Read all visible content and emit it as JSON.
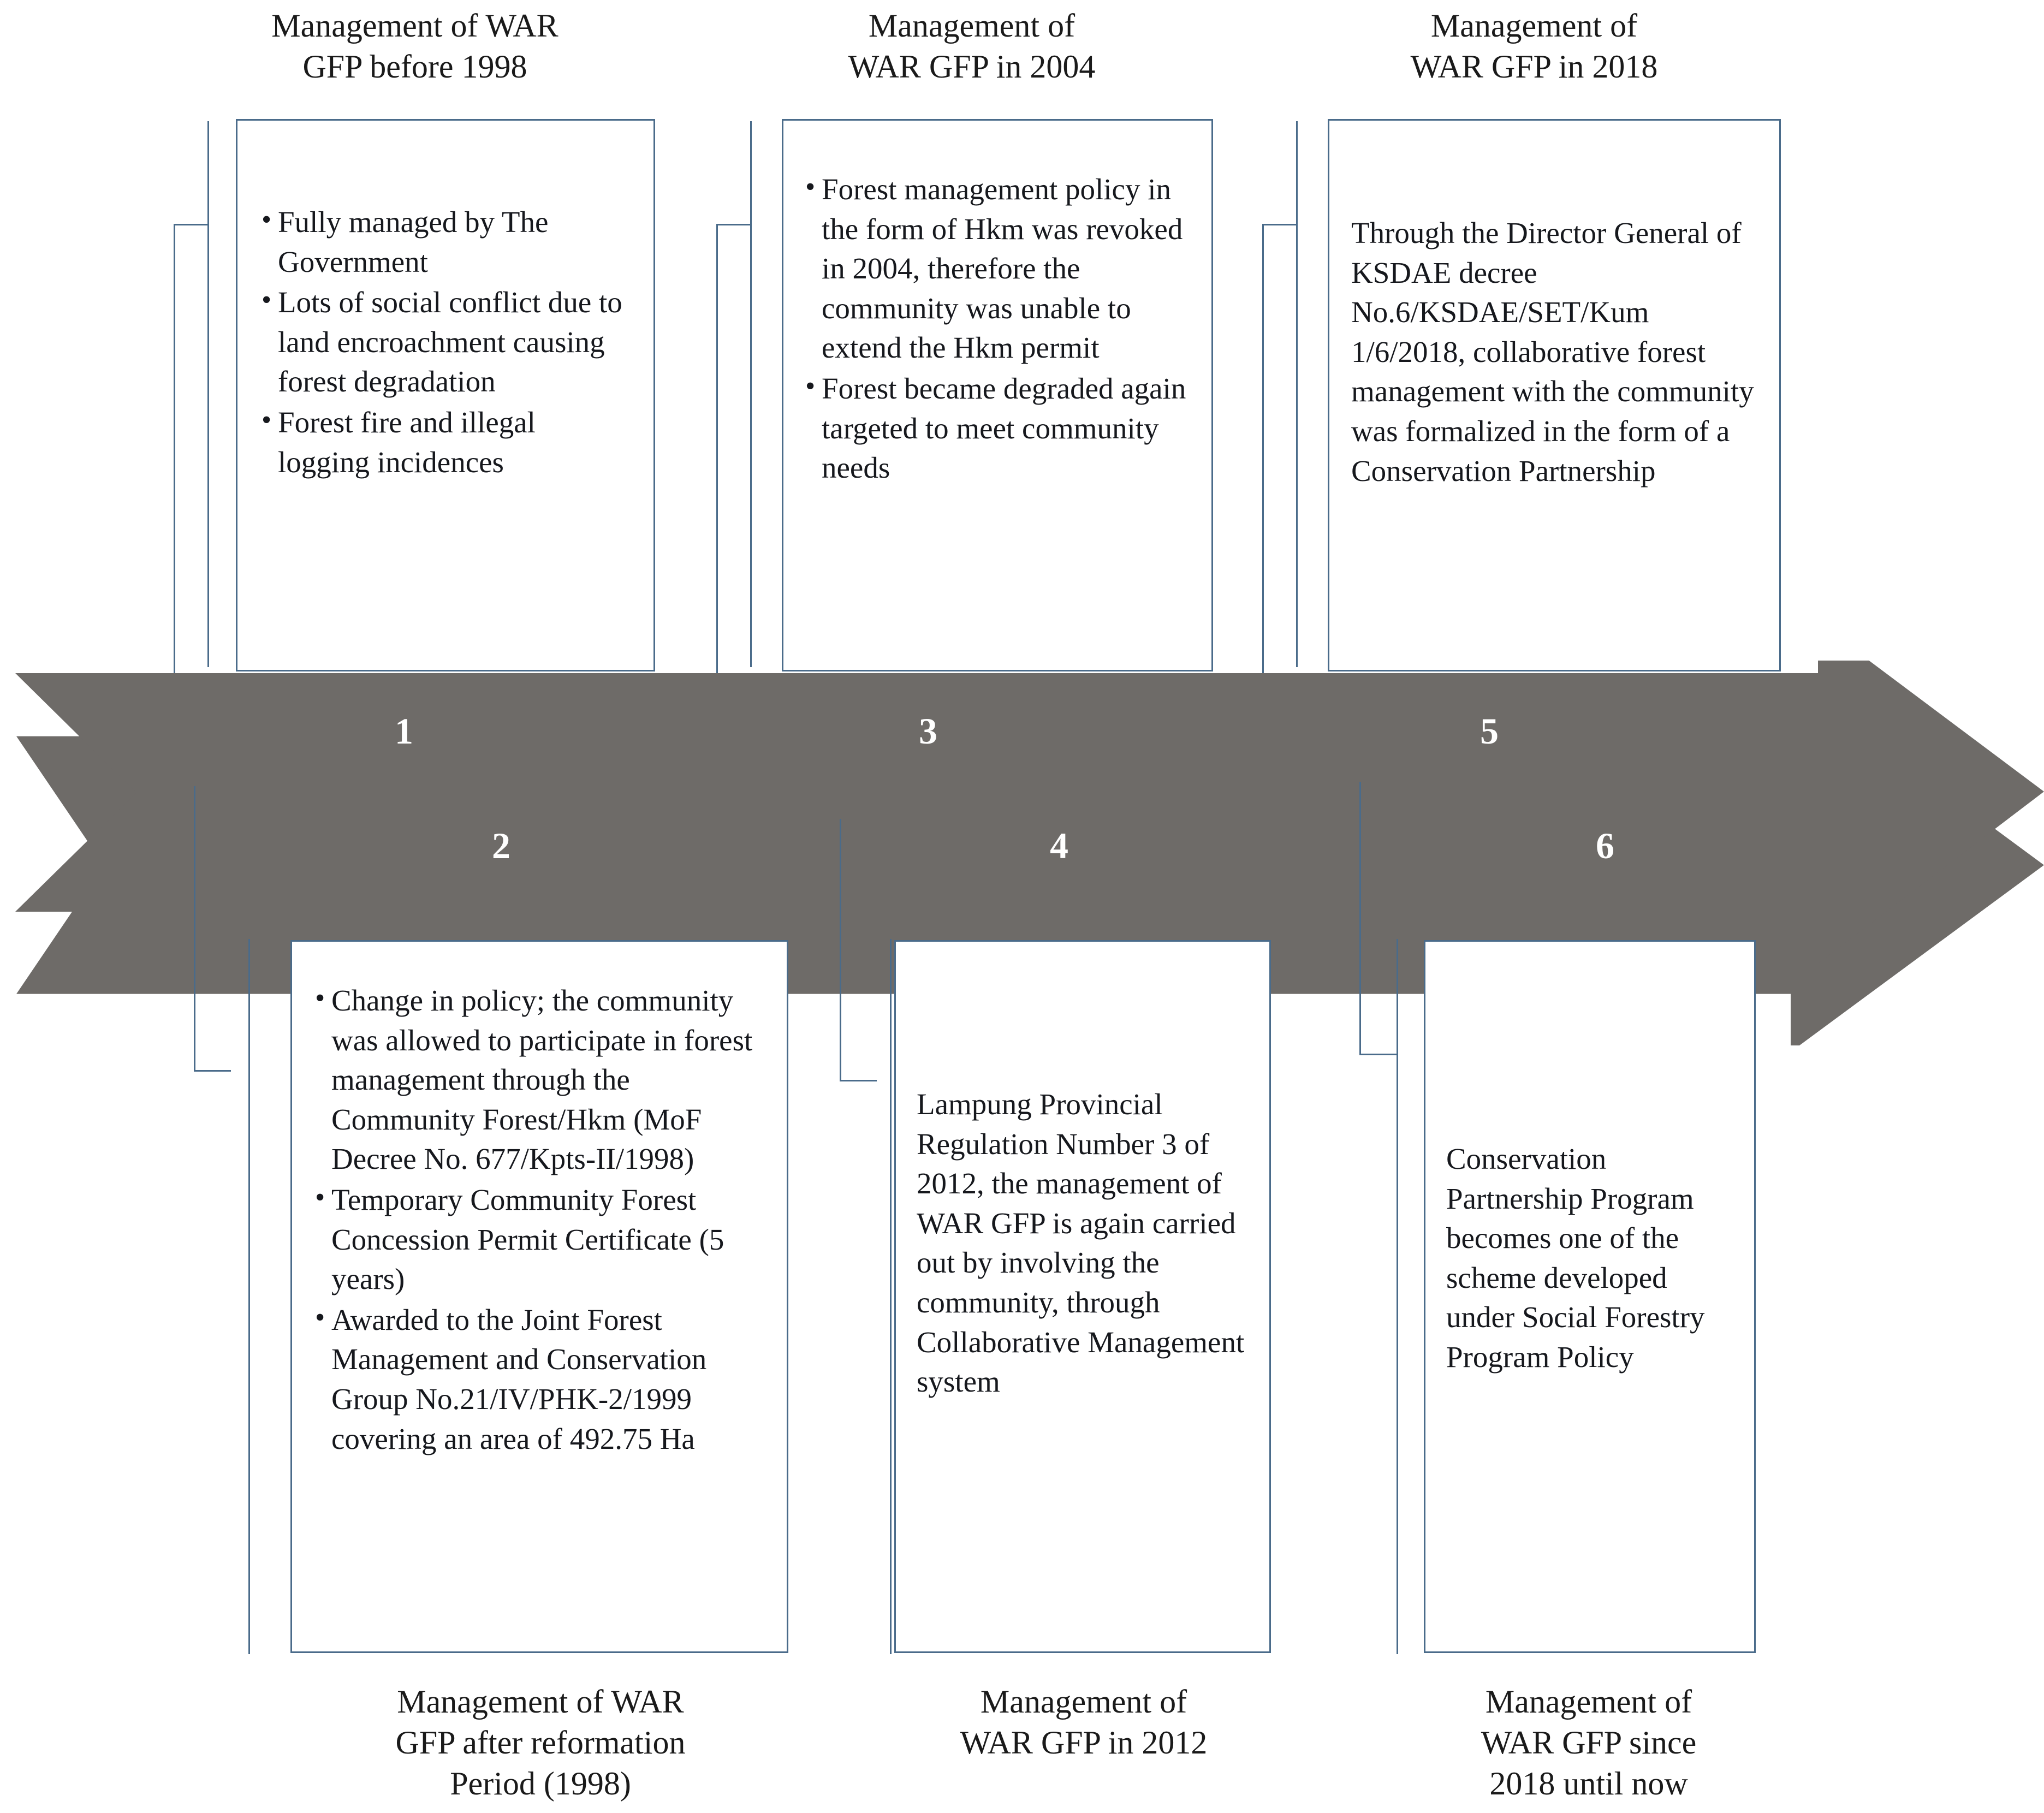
{
  "diagram": {
    "title_flow": "Timeline of WAR GFP management",
    "arrow_color": "#6e6b68",
    "box_border_color": "#4a6b8a",
    "numbers": [
      "1",
      "2",
      "3",
      "4",
      "5",
      "6"
    ],
    "headings": {
      "top_1": "Management of WAR\nGFP before 1998",
      "top_3": "Management of\nWAR GFP in 2004",
      "top_5": "Management of\nWAR GFP in 2018",
      "bottom_2": "Management of WAR\nGFP after reformation\nPeriod (1998)",
      "bottom_4": "Management of\nWAR GFP in 2012",
      "bottom_6": "Management of\nWAR GFP since\n2018 until now"
    },
    "boxes": {
      "box1": {
        "type": "bullets",
        "items": [
          "Fully managed by The Government",
          "Lots of social conflict due to land encroachment causing forest degradation",
          "Forest fire and illegal logging incidences"
        ]
      },
      "box2": {
        "type": "bullets",
        "items": [
          "Change in policy; the community was allowed to participate in forest management through the Community Forest/Hkm (MoF Decree No. 677/Kpts-II/1998)",
          "Temporary  Community Forest Concession Permit Certificate  (5 years)",
          "Awarded to the Joint Forest Management and Conservation Group No.21/IV/PHK-2/1999 covering an area of 492.75 Ha"
        ]
      },
      "box3": {
        "type": "bullets",
        "items": [
          "Forest management policy in the form of Hkm was revoked in 2004, therefore the community was unable to extend the Hkm permit",
          "Forest became degraded again  targeted to meet community needs"
        ]
      },
      "box4": {
        "type": "paragraph",
        "text": "Lampung Provincial Regulation Number 3 of 2012, the management of WAR GFP is again carried out by involving the community, through Collaborative Management system"
      },
      "box5": {
        "type": "paragraph",
        "text": "Through the Director General of KSDAE decree No.6/KSDAE/SET/Kum 1/6/2018, collaborative forest management with the community was formalized in the form of a Conservation Partnership"
      },
      "box6": {
        "type": "paragraph",
        "text": "Conservation Partnership Program becomes one of the scheme developed under Social Forestry Program Policy"
      }
    }
  }
}
